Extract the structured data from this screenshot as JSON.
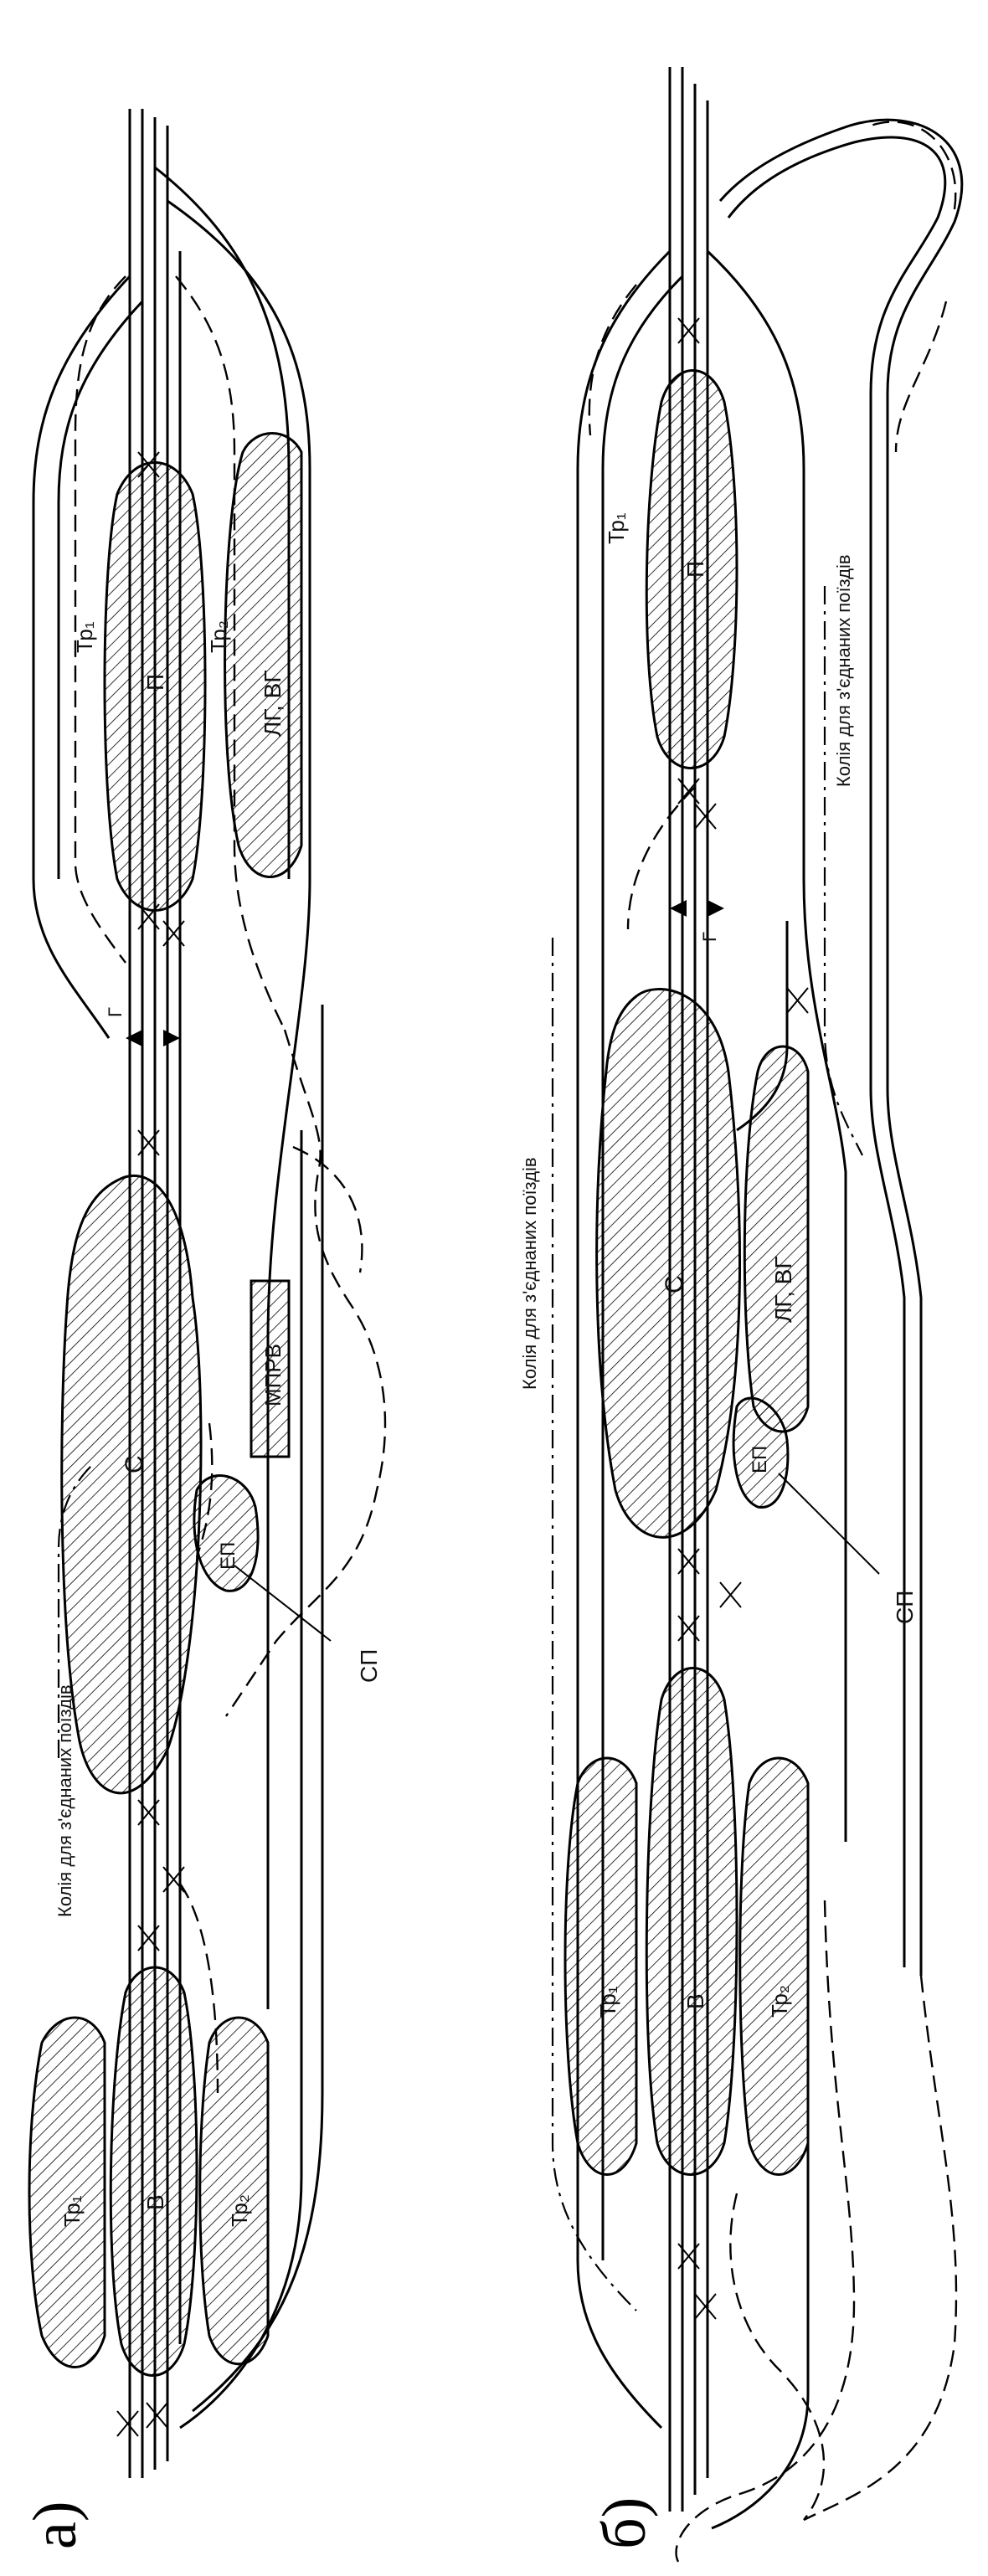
{
  "panels": [
    {
      "letter": "а)",
      "labels": {
        "tr1_top": "Тр₁",
        "tr1_left": "Тр₁",
        "tr2_top": "Тр₂",
        "tr2_left": "Тр₂",
        "p": "П",
        "s": "С",
        "v": "В",
        "lg_vg": "ЛГ, ВГ",
        "mprv": "МПРВ",
        "ep": "ЕП",
        "g": "Г",
        "sp": "СП",
        "joined_tracks": "Колія для з'єднаних поїздів"
      }
    },
    {
      "letter": "б)",
      "labels": {
        "tr1_top": "Тр₁",
        "tr1_left": "Тр₁",
        "tr2_left": "Тр₂",
        "p": "П",
        "s": "С",
        "v": "В",
        "lg_vg": "ЛГ, ВГ",
        "ep": "ЕП",
        "g": "Г",
        "sp": "СП",
        "joined_tracks_1": "Колія для з'єднаних поїздів",
        "joined_tracks_2": "Колія для з'єднаних поїздів"
      }
    }
  ]
}
